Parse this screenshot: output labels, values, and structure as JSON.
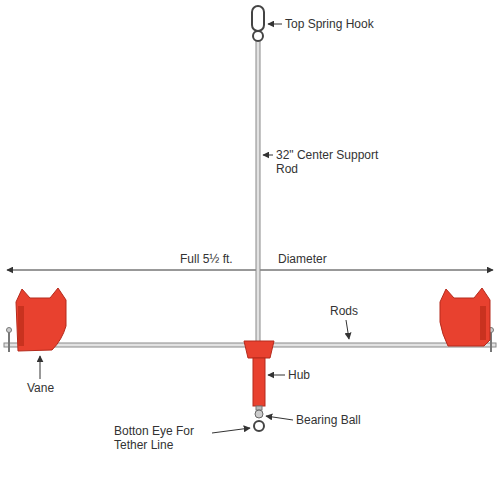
{
  "diagram": {
    "labels": [
      "Top Spring Hook",
      "32\" Center Support Rod",
      "Full 5½ ft.",
      "Diameter",
      "Rods",
      "Vane",
      "Hub",
      "Bearing Ball",
      "Botton Eye For Tether Line"
    ]
  }
}
